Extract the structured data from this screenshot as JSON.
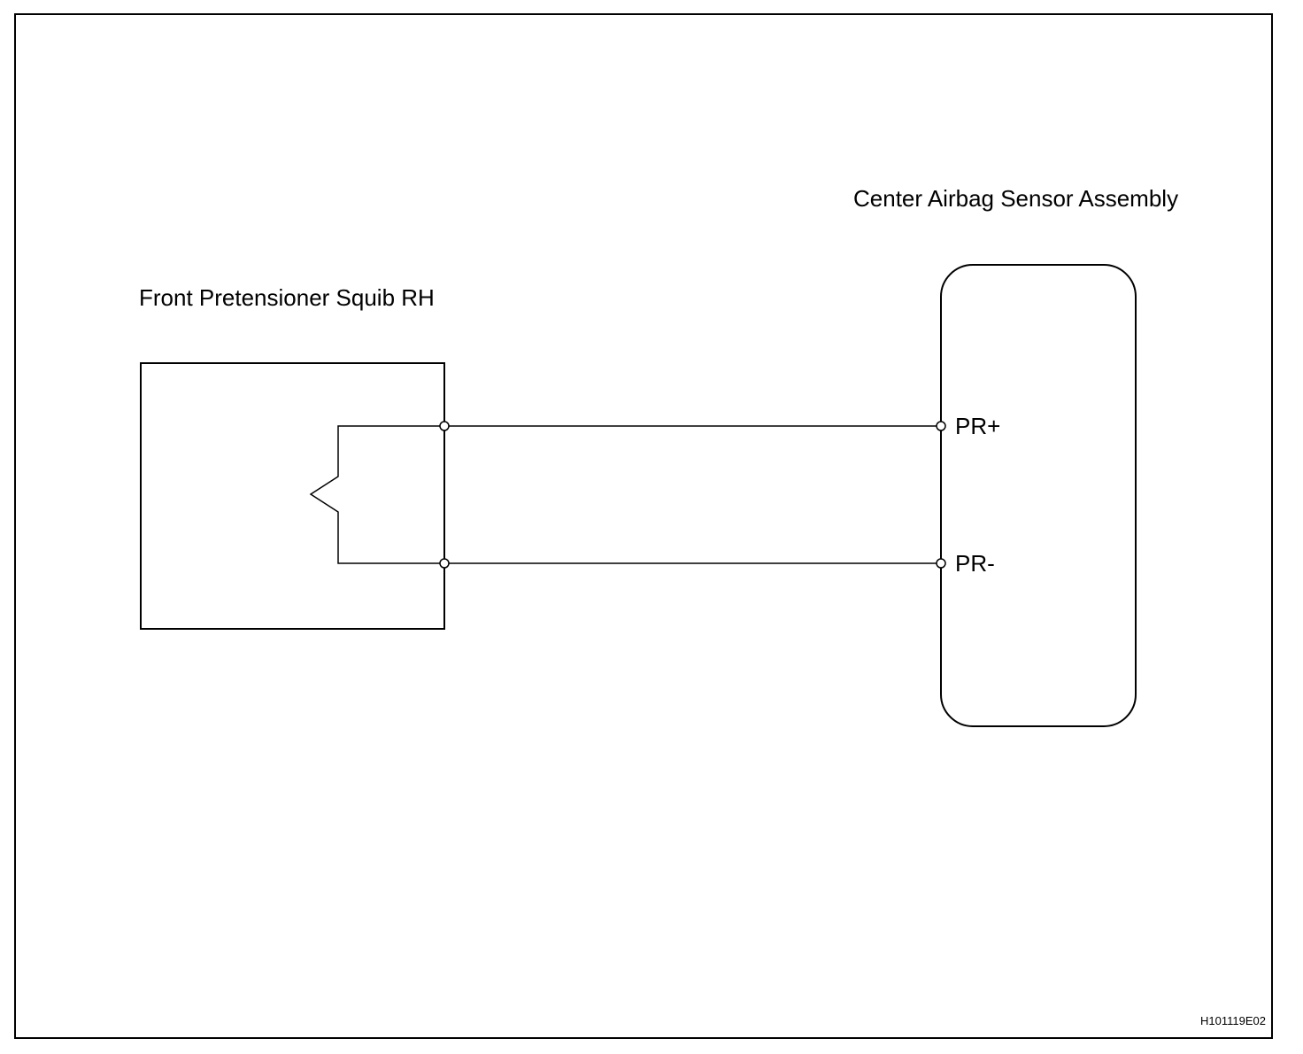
{
  "components": {
    "squib": {
      "label": "Front Pretensioner Squib RH"
    },
    "sensor": {
      "label": "Center Airbag Sensor Assembly"
    }
  },
  "pins": {
    "pr_plus": "PR+",
    "pr_minus": "PR-"
  },
  "figure_code": "H101119E02",
  "colors": {
    "line": "#000000",
    "background": "#ffffff"
  }
}
